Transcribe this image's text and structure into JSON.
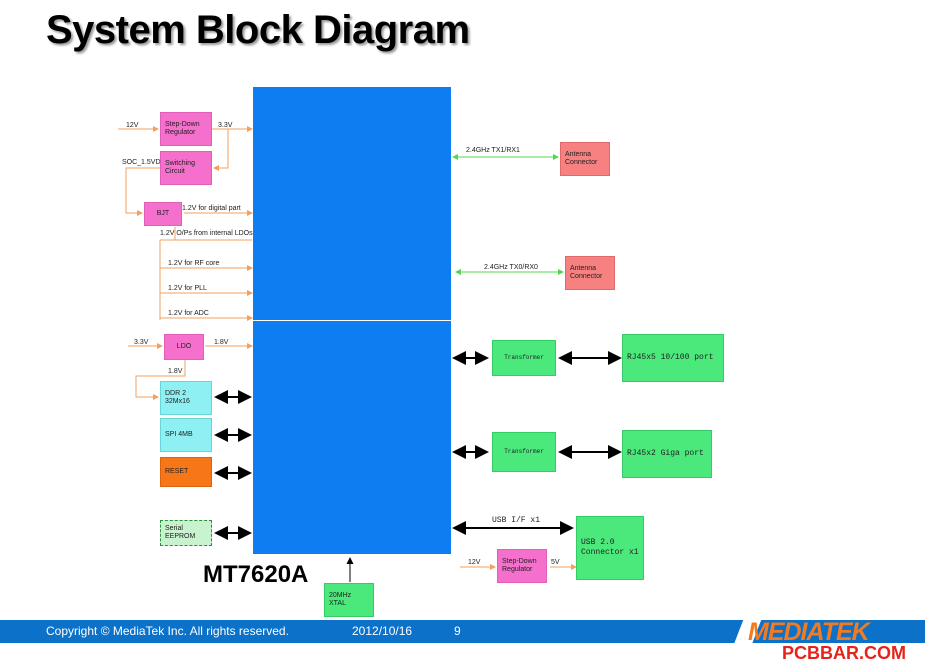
{
  "title": "System Block Diagram",
  "chip_label": "MT7620A",
  "left_blocks": {
    "stepdown1": "Step-Down Regulator",
    "switching": "Switching Circuit",
    "bjt": "BJT",
    "ldo": "LDO",
    "ddr": "DDR 2 32Mx16",
    "spi": "SPI 4MB",
    "reset": "RESET",
    "eeprom": "Serial EEPROM"
  },
  "left_labels": {
    "v12": "12V",
    "v33_out": "3.3V",
    "soc": "SOC_1.5VD",
    "digital": "1.2V for digital part",
    "ldo_outputs": "1.2V O/Ps from internal LDOs",
    "rf": "1.2V for RF core",
    "pll": "1.2V for PLL",
    "adc": "1.2V for ADC",
    "v33_in": "3.3V",
    "v18_out": "1.8V",
    "v18_ddr": "1.8V"
  },
  "right_blocks": {
    "antenna1": "Antenna Connector",
    "antenna2": "Antenna Connector",
    "transformer1": "Transformer",
    "transformer2": "Transformer",
    "rj45_1": "RJ45x5 10/100 port",
    "rj45_2": "RJ45x2 Giga port",
    "usb_conn": "USB 2.0 Connector x1",
    "stepdown2": "Step-Down Regulator"
  },
  "right_labels": {
    "tx1": "2.4GHz TX1/RX1",
    "tx0": "2.4GHz TX0/RX0",
    "usb_if": "USB I/F x1",
    "v12": "12V",
    "v5": "5V"
  },
  "xtal": "20MHz XTAL",
  "footer": {
    "copyright": "Copyright © MediaTek Inc. All rights reserved.",
    "date": "2012/10/16",
    "page": "9"
  },
  "logo": {
    "brand": "MEDIATEK",
    "watermark": "PCBBAR.COM"
  },
  "colors": {
    "chip": "#0e7df2",
    "power_line": "#f0a060",
    "rf_line": "#4fd84f",
    "footer_bar": "#0b71c9",
    "logo_orange": "#f47a20"
  }
}
